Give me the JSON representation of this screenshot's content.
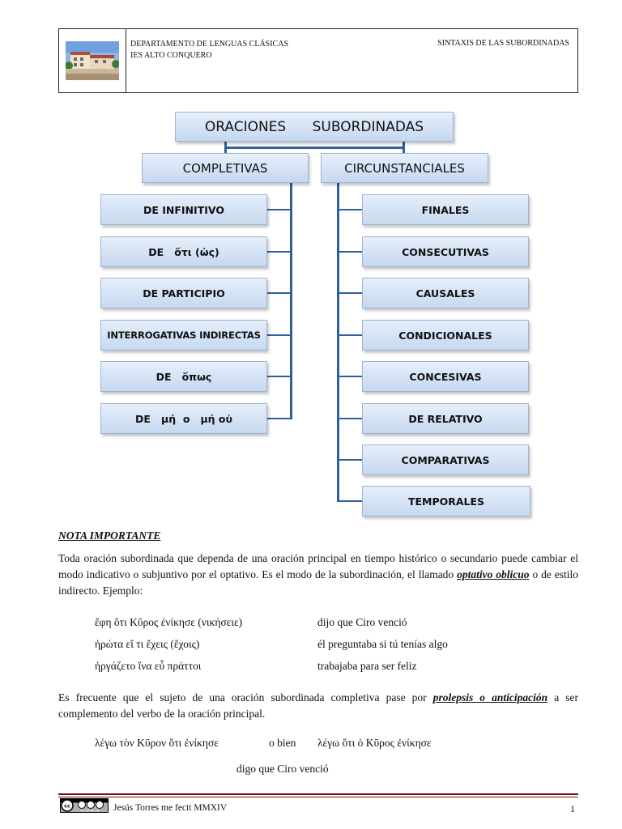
{
  "header": {
    "dept": "DEPARTAMENTO DE LENGUAS CLÁSICAS",
    "school": "IES ALTO CONQUERO",
    "subject": "SINTAXIS DE LAS SUBORDINADAS"
  },
  "diagram": {
    "root": "ORACIONES      SUBORDINADAS",
    "left_title": "COMPLETIVAS",
    "right_title": "CIRCUNSTANCIALES",
    "left": [
      "DE INFINITIVO",
      "DE   ὅτι (ὡς)",
      "DE PARTICIPIO",
      "INTERROGATIVAS INDIRECTAS",
      "DE   ὅπως",
      "DE   μή  ο   μή οὐ"
    ],
    "right": [
      "FINALES",
      "CONSECUTIVAS",
      "CAUSALES",
      "CONDICIONALES",
      "CONCESIVAS",
      "DE RELATIVO",
      "COMPARATIVAS",
      "TEMPORALES"
    ],
    "line_color": "#2f5f9e",
    "box_color": "#d6e3f5"
  },
  "note": {
    "title": "NOTA IMPORTANTE",
    "p1_start": "Toda oración subordinada que dependa de una oración principal en tiempo histórico o secundario puede cambiar el modo indicativo o subjuntivo por el optativo. Es el modo de la subordinación, el llamado ",
    "p1_em": "optativo oblicuo",
    "p1_end": " o de estilo indirecto. Ejemplo:",
    "examples": [
      {
        "greek": "ἔφη ὅτι Κῦρος ἐνίκησε (νικήσειε)",
        "spanish": "dijo que Ciro venció"
      },
      {
        "greek": "ἠρώτα εἴ τι ἔχεις (ἔχοις)",
        "spanish": "él preguntaba si tú tenías algo"
      },
      {
        "greek": "ἠργάζετο ἵνα εὖ πράττοι",
        "spanish": "trabajaba para ser feliz"
      }
    ],
    "p2_start": "Es frecuente que el sujeto de una oración subordinada completiva pase por ",
    "p2_em": "prolepsis o anticipación",
    "p2_end": " a ser complemento del verbo de la oración principal.",
    "prolepsis_greek1": "λέγω τὸν Κῦρον ὅτι ἐνίκησε",
    "prolepsis_or": "o bien",
    "prolepsis_greek2": "λέγω ὅτι ὁ Κῦρος ἐνίκησε",
    "prolepsis_spanish": "digo que Ciro venció"
  },
  "footer": {
    "license": "CC BY NC SA",
    "author": "Jesús Torres me fecit MMXIV",
    "page": "1"
  }
}
